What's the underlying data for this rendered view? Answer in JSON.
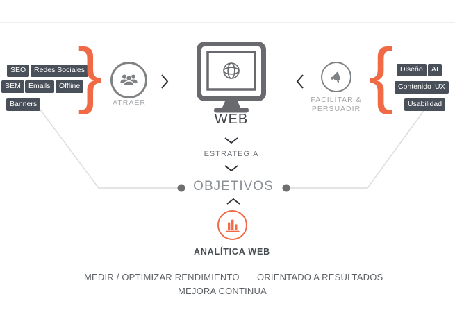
{
  "attract": {
    "label": "ATRAER",
    "tags": [
      "SEO",
      "Redes Sociales",
      "SEM",
      "Emails",
      "Offline",
      "Banners"
    ]
  },
  "web": {
    "label": "WEB"
  },
  "persuade": {
    "label_line1": "FACILITAR &",
    "label_line2": "PERSUADIR",
    "tags": [
      "Diseño",
      "AI",
      "Contenido",
      "UX",
      "Usabilidad"
    ]
  },
  "flow": {
    "estrategia": "ESTRATEGIA",
    "objetivos": "OBJETIVOS",
    "analitica": "ANALÍTICA WEB"
  },
  "footer": {
    "measure": "MEDIR / OPTIMIZAR RENDIMIENTO",
    "results": "ORIENTADO A RESULTADOS",
    "improve": "MEJORA CONTINUA"
  },
  "colors": {
    "accent_orange": "#EF6A45",
    "tag_background": "#49505A",
    "icon_gray": "#696A6D",
    "person_icon_gray": "#7F8285",
    "connector_line_gray": "#DCDCDC",
    "dot_gray": "#6F6F6F"
  },
  "icons": {
    "attract": "users-icon",
    "persuade": "megaphone-icon",
    "web": "monitor-globe-icon",
    "analytics": "bar-chart-icon"
  }
}
